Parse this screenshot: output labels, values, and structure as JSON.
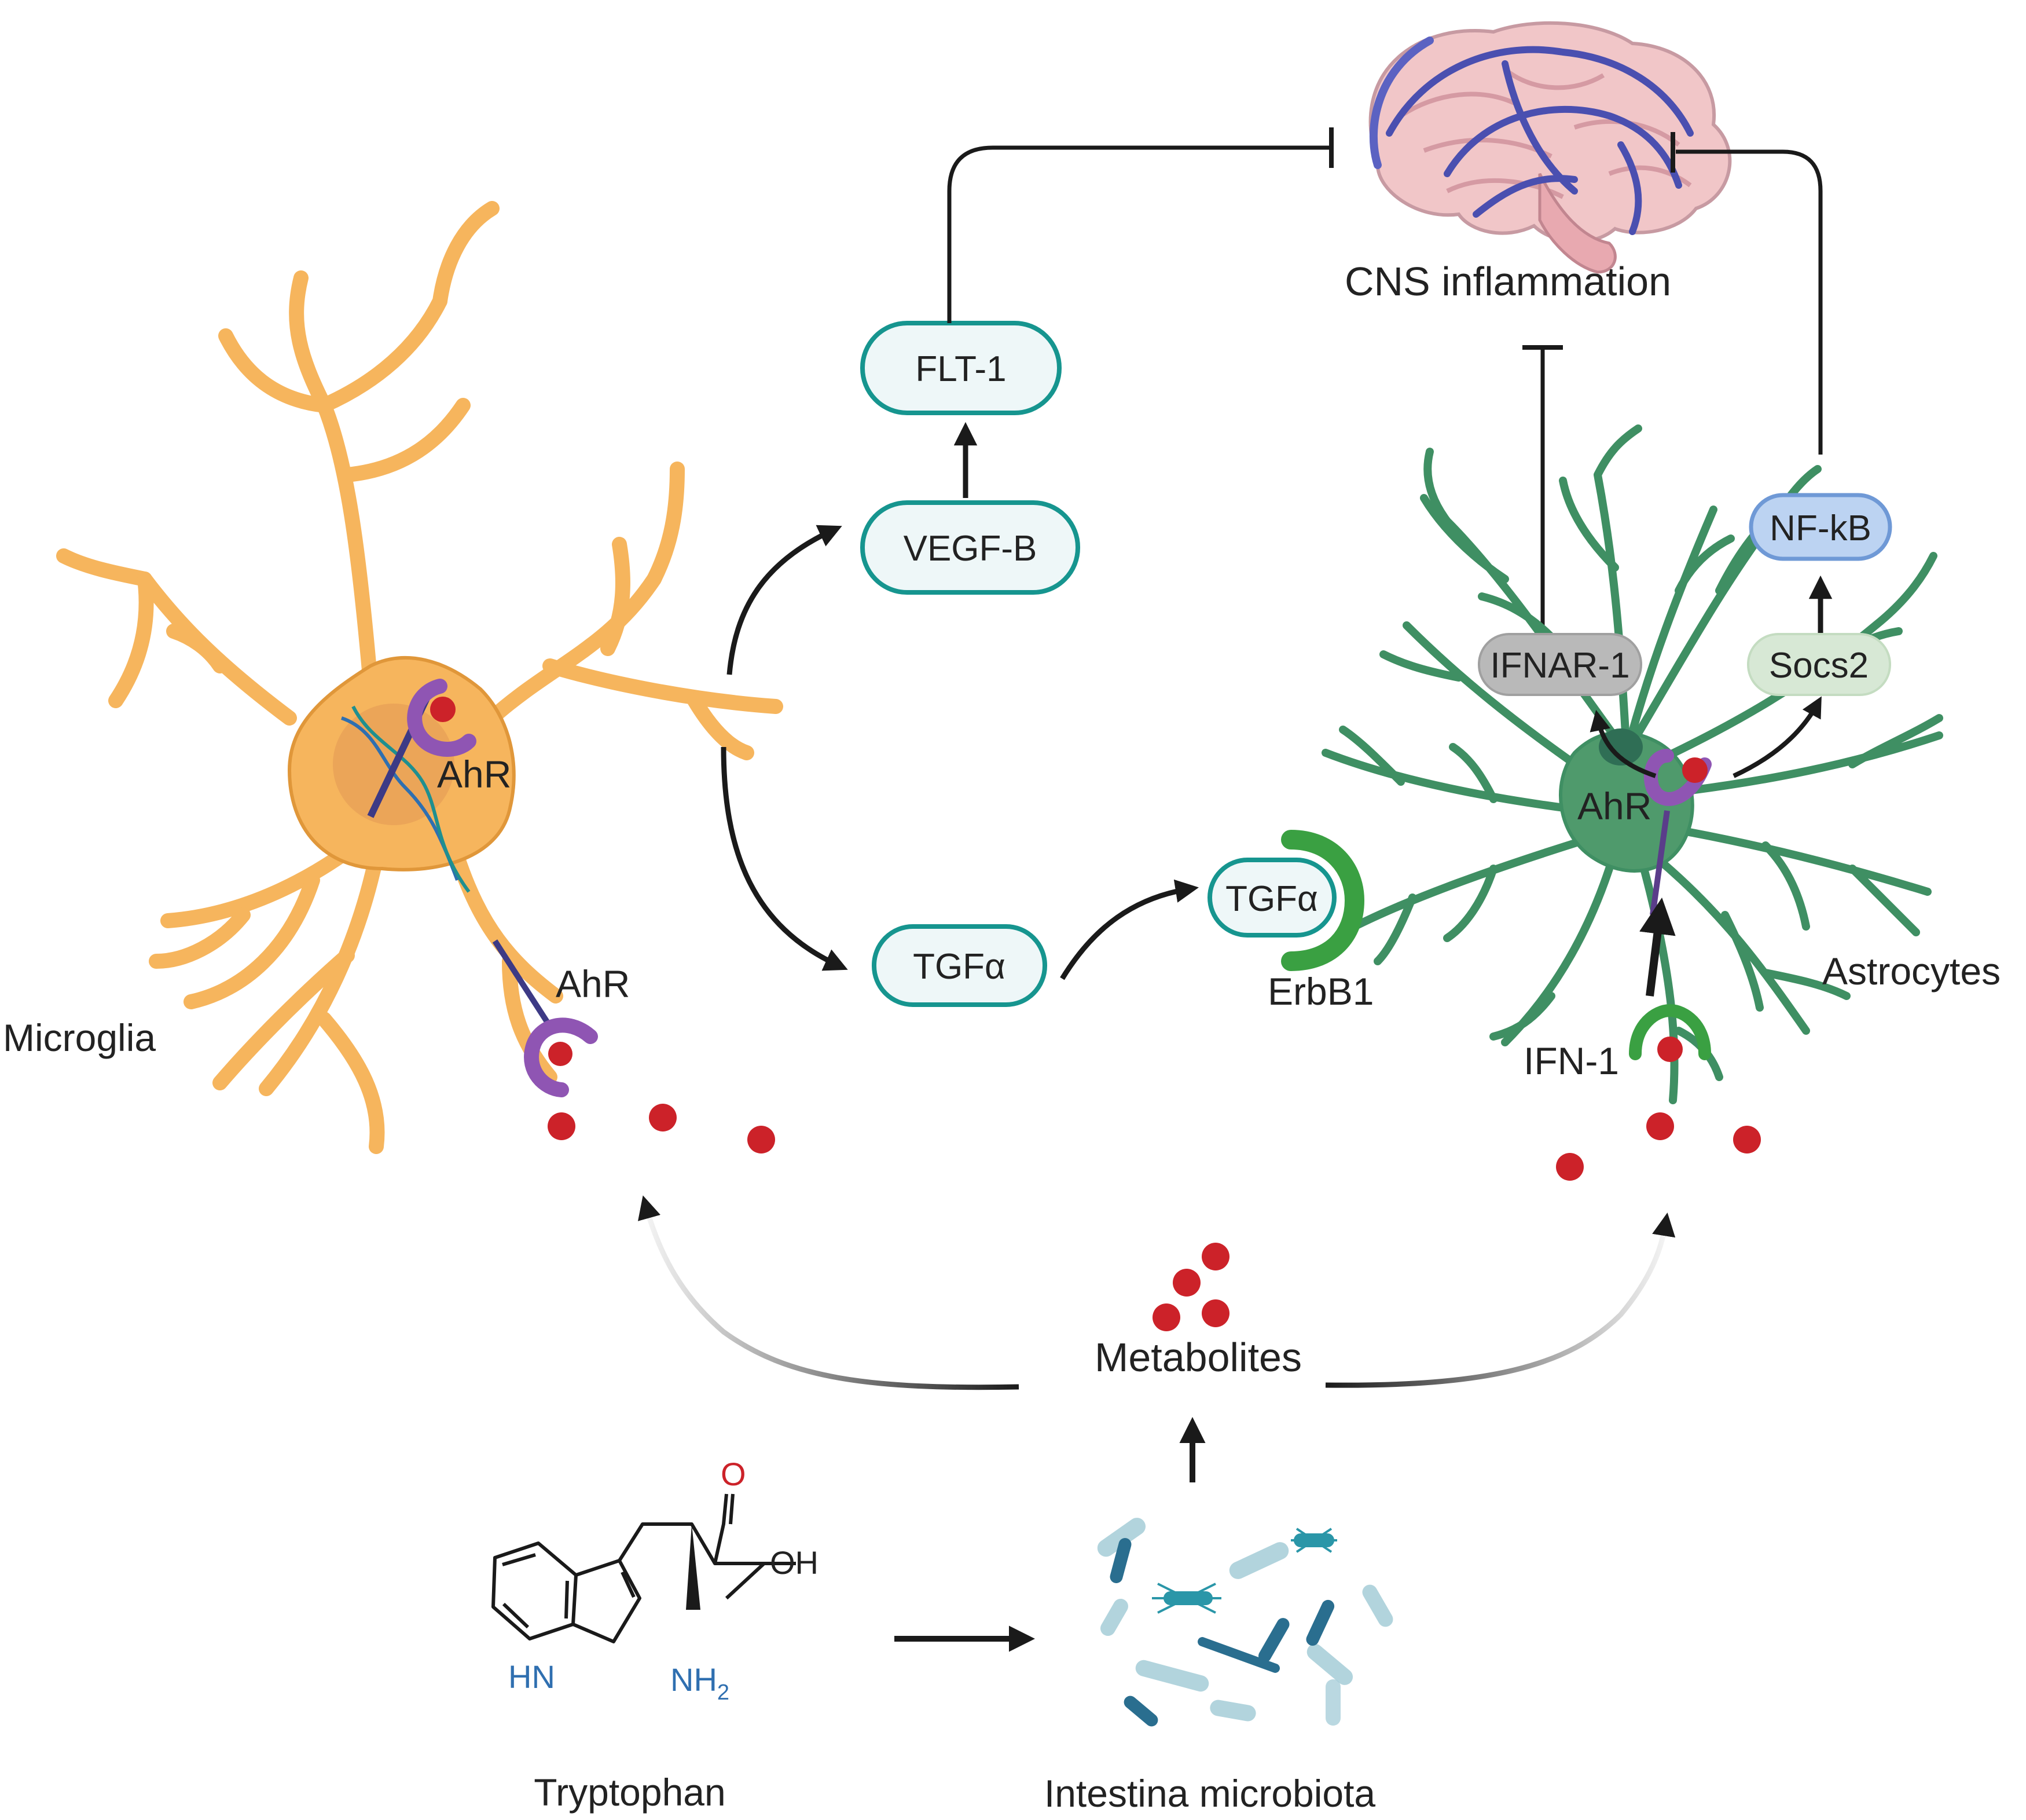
{
  "colors": {
    "microglia": "#f6b55d",
    "microglia_stroke": "#e0973a",
    "astrocyte": "#3f8f63",
    "astrocyte_body": "#4f9a6c",
    "pill_border": "#16958f",
    "pill_fill": "#eef7f8",
    "metabolite": "#cc2229",
    "receptor": "#8f55b3",
    "erbb1": "#3aa042",
    "nfkb_fill": "#bcd3f2",
    "nfkb_border": "#6f99d6",
    "ifnar_fill": "#b9b9b9",
    "socs2_fill": "#d7e8d5",
    "arrow": "#1a1a1a"
  },
  "labels": {
    "cns_inflammation": "CNS inflammation",
    "microglia": "Microglia",
    "astrocytes": "Astrocytes",
    "ahr_microglia_nucleus": "AhR",
    "ahr_microglia_process": "AhR",
    "ahr_astrocyte": "AhR",
    "erbb1": "ErbB1",
    "ifn1": "IFN-1",
    "metabolites": "Metabolites",
    "tryptophan": "Tryptophan",
    "microbiota": "Intestina microbiota"
  },
  "pills": {
    "flt1": "FLT-1",
    "vegfb": "VEGF-B",
    "tgfa_mid": "TGFα",
    "tgfa_receptor": "TGFα",
    "ifnar1": "IFNAR-1",
    "socs2": "Socs2",
    "nfkb": "NF-kB"
  },
  "chemistry": {
    "o": "O",
    "oh": "OH",
    "hn": "HN",
    "nh2": "NH",
    "sub2": "2"
  },
  "icons": [
    "brain-icon",
    "microglia-cell-icon",
    "astrocyte-cell-icon",
    "dna-icon",
    "bacteria-icon",
    "tryptophan-structure-icon"
  ]
}
